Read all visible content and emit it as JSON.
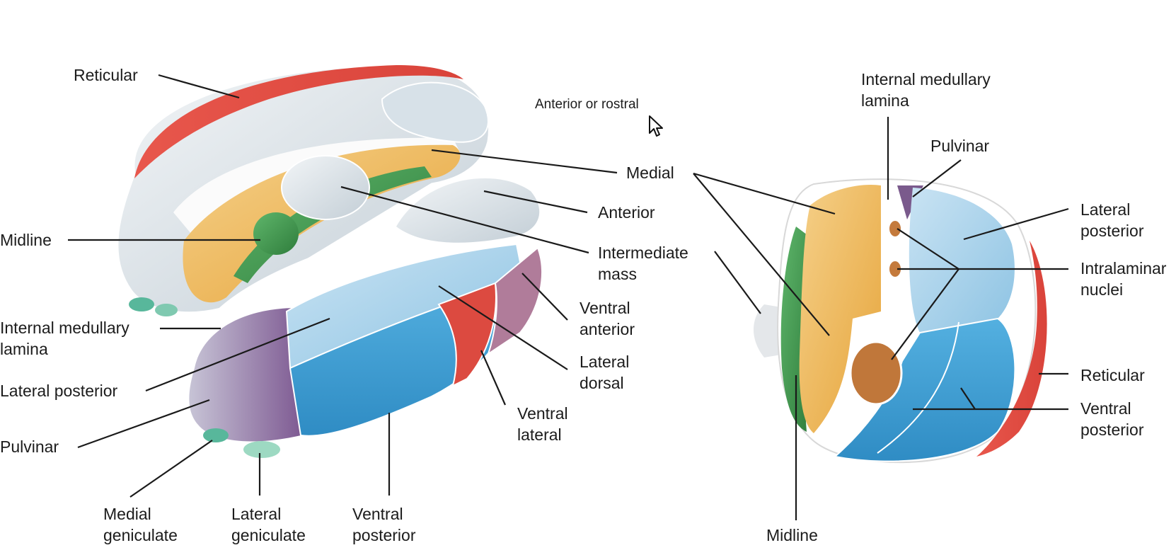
{
  "caption": "Anterior or rostral",
  "left_view": {
    "reticular": "Reticular",
    "midline": "Midline",
    "internal_medullary_lamina": [
      "Internal medullary",
      "lamina"
    ],
    "lateral_posterior": "Lateral posterior",
    "pulvinar": "Pulvinar",
    "medial_geniculate": [
      "Medial",
      "geniculate"
    ],
    "lateral_geniculate": [
      "Lateral",
      "geniculate"
    ],
    "ventral_posterior": [
      "Ventral",
      "posterior"
    ],
    "ventral_lateral": [
      "Ventral",
      "lateral"
    ],
    "lateral_dorsal": [
      "Lateral",
      "dorsal"
    ],
    "ventral_anterior": [
      "Ventral",
      "anterior"
    ],
    "intermediate_mass": [
      "Intermediate",
      "mass"
    ],
    "anterior": "Anterior"
  },
  "shared": {
    "medial": "Medial"
  },
  "right_view": {
    "internal_medullary_lamina": [
      "Internal medullary",
      "lamina"
    ],
    "pulvinar": "Pulvinar",
    "lateral_posterior": [
      "Lateral",
      "posterior"
    ],
    "intralaminar_nuclei": [
      "Intralaminar",
      "nuclei"
    ],
    "reticular": "Reticular",
    "ventral_posterior": [
      "Ventral",
      "posterior"
    ],
    "midline": "Midline"
  },
  "colors": {
    "reticular": "#e4554b",
    "medial": "#f2b63c",
    "midline": "#3f9a4d",
    "anterior": "#c9d8e2",
    "lateral_posterior": "#a5d0ea",
    "ventral_posterior": "#3c9fd4",
    "pulvinar": "#8e6a9e",
    "intralaminar": "#c47a3c",
    "leader_line": "#1a1a1a"
  }
}
